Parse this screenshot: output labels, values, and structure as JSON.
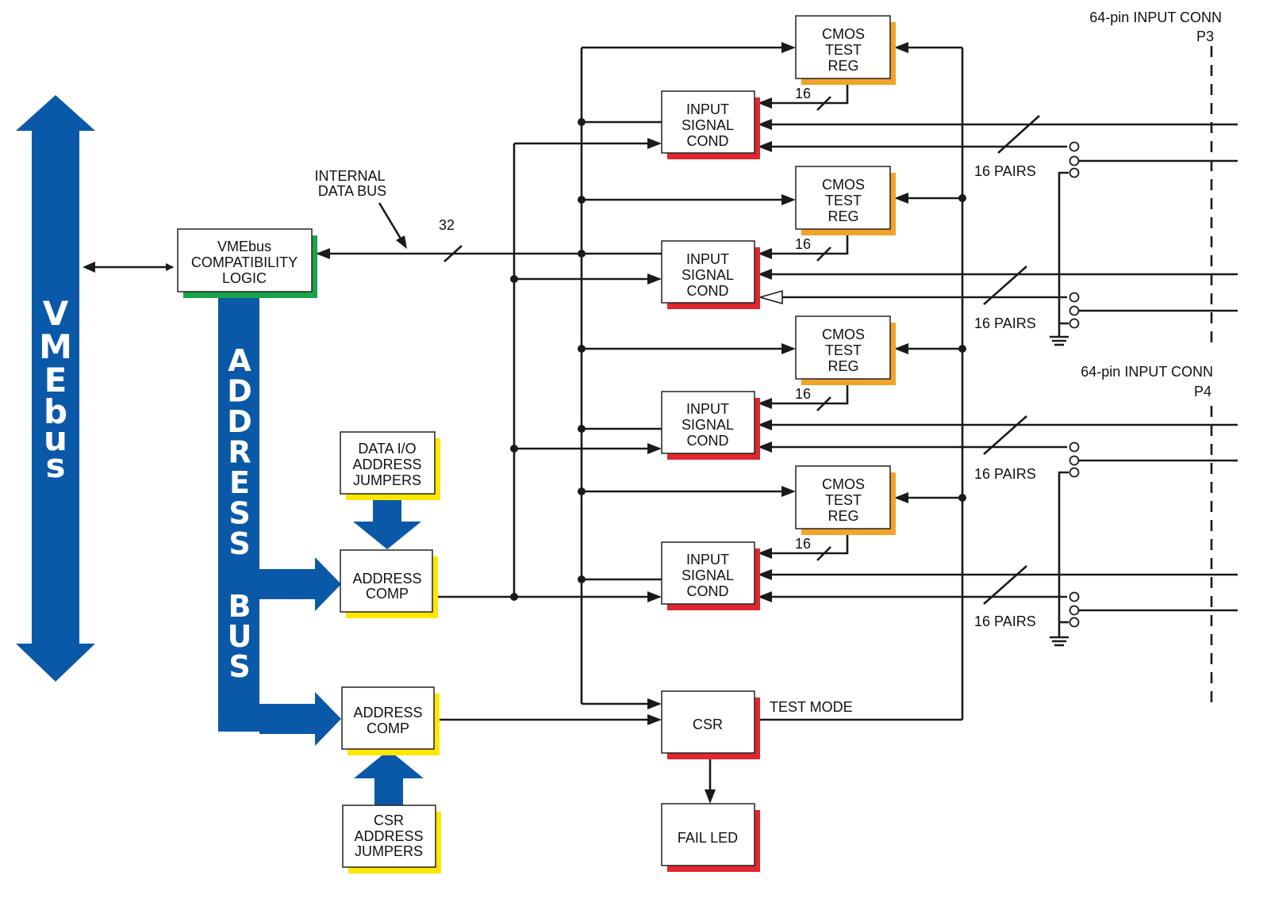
{
  "colors": {
    "bus_blue": "#0a58a8",
    "shadow_green": "#1aa34a",
    "shadow_yellow": "#ffe600",
    "shadow_orange": "#f2a32a",
    "shadow_red": "#e0262e"
  },
  "vmebus": {
    "label": "VMEbus"
  },
  "address_bus": {
    "label_top": "ADDRESS",
    "label_bottom": "BUS"
  },
  "internal_bus": {
    "label_line1": "INTERNAL",
    "label_line2": "DATA BUS",
    "width": "32"
  },
  "blocks": {
    "vme_logic": [
      "VMEbus",
      "COMPATIBILITY",
      "LOGIC"
    ],
    "data_io_jumpers": [
      "DATA I/O",
      "ADDRESS",
      "JUMPERS"
    ],
    "addr_comp_1": [
      "ADDRESS",
      "COMP"
    ],
    "addr_comp_2": [
      "ADDRESS",
      "COMP"
    ],
    "csr_jumpers": [
      "CSR",
      "ADDRESS",
      "JUMPERS"
    ],
    "cmos_1": [
      "CMOS",
      "TEST",
      "REG"
    ],
    "cmos_2": [
      "CMOS",
      "TEST",
      "REG"
    ],
    "cmos_3": [
      "CMOS",
      "TEST",
      "REG"
    ],
    "cmos_4": [
      "CMOS",
      "TEST",
      "REG"
    ],
    "isc_1": [
      "INPUT",
      "SIGNAL",
      "COND"
    ],
    "isc_2": [
      "INPUT",
      "SIGNAL",
      "COND"
    ],
    "isc_3": [
      "INPUT",
      "SIGNAL",
      "COND"
    ],
    "isc_4": [
      "INPUT",
      "SIGNAL",
      "COND"
    ],
    "csr": [
      "CSR"
    ],
    "fail_led": [
      "FAIL LED"
    ]
  },
  "labels": {
    "test_mode": "TEST MODE",
    "bus16_1": "16",
    "bus16_2": "16",
    "bus16_3": "16",
    "bus16_4": "16",
    "pairs_1": "16 PAIRS",
    "pairs_2": "16 PAIRS",
    "pairs_3": "16 PAIRS",
    "pairs_4": "16 PAIRS"
  },
  "connectors": {
    "p3": {
      "title": "64-pin INPUT CONN",
      "id": "P3"
    },
    "p4": {
      "title": "64-pin INPUT CONN",
      "id": "P4"
    }
  }
}
